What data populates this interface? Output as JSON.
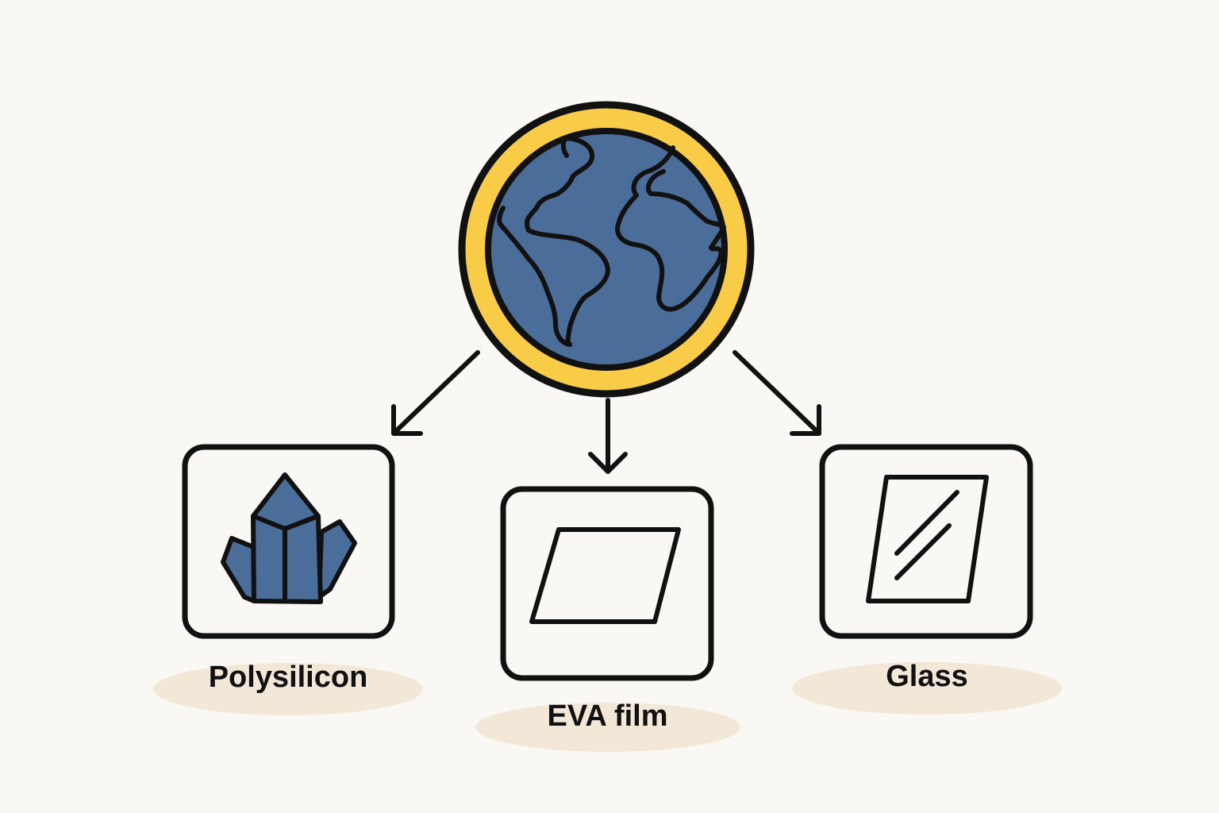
{
  "colors": {
    "background": "#faf8f4",
    "globe_ocean": "#4a6d99",
    "globe_ring": "#f9cc48",
    "stroke": "#111111",
    "box_fill": "#faf8f5",
    "label_shadow": "#f3e8d8"
  },
  "source": {
    "icon": "globe-icon"
  },
  "materials": [
    {
      "id": "polysilicon",
      "label": "Polysilicon",
      "icon": "crystal-icon"
    },
    {
      "id": "eva",
      "label": "EVA film",
      "icon": "film-sheet-icon"
    },
    {
      "id": "glass",
      "label": "Glass",
      "icon": "glass-pane-icon"
    }
  ]
}
